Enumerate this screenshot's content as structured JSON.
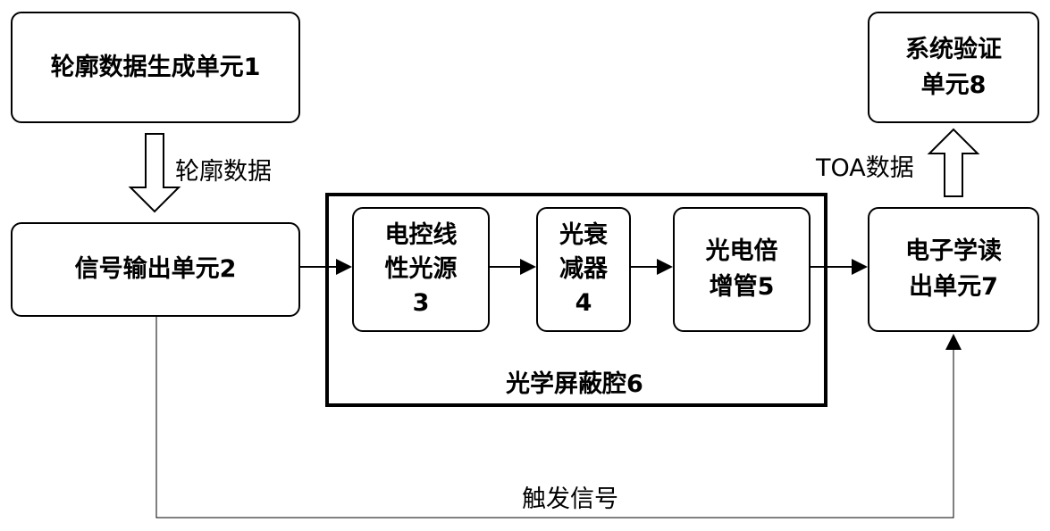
{
  "nodes": {
    "contour_gen": "轮廓数据生成单元1",
    "signal_out": "信号输出单元2",
    "light_source": "电控线\n性光源\n3",
    "attenuator": "光衰\n减器\n4",
    "pmt": "光电倍\n增管5",
    "readout": "电子学读\n出单元7",
    "verify": "系统验证\n单元8"
  },
  "cavity_label": "光学屏蔽腔6",
  "edges": {
    "contour_data": "轮廓数据",
    "toa_data": "TOA数据",
    "trigger": "触发信号"
  }
}
